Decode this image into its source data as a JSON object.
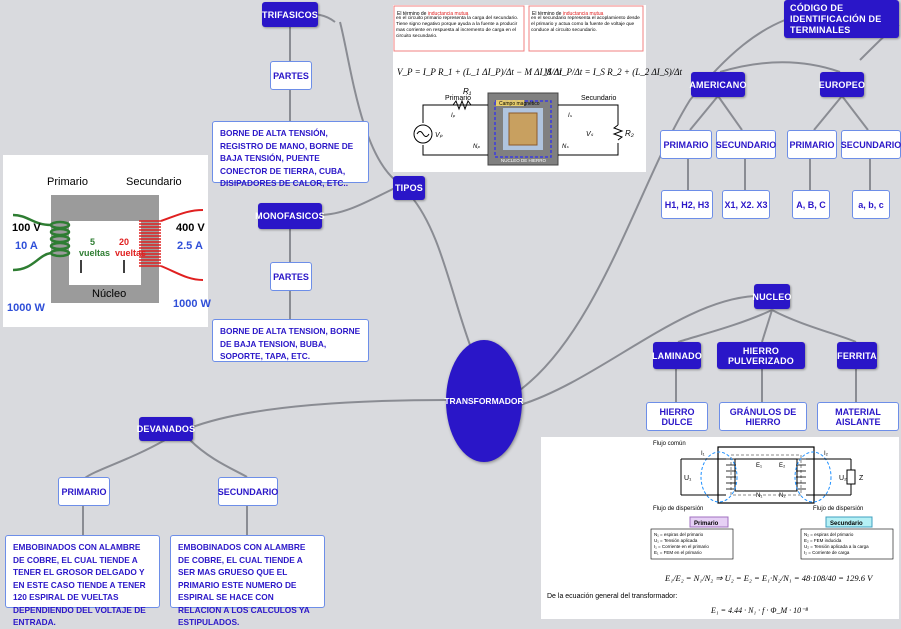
{
  "center": "TRANSFORMADOR",
  "nodes": {
    "tipos": "TIPOS",
    "trifasicos": "TRIFASICOS",
    "monofasicos": "MONOFASICOS",
    "partes1": "PARTES",
    "partes2": "PARTES",
    "devanados": "DEVANADOS",
    "primario": "PRIMARIO",
    "secundario": "SECUNDARIO",
    "codigo": "CÓDIGO DE IDENTIFICACIÓN DE TERMINALES",
    "americano": "AMERICANO",
    "europeo": "EUROPEO",
    "am_primario": "PRIMARIO",
    "am_secundario": "SECUNDARIO",
    "eu_primario": "PRIMARIO",
    "eu_secundario": "SECUNDARIO",
    "am_h": "H1, H2, H3",
    "am_x": "X1, X2. X3",
    "eu_abc": "A, B, C",
    "eu_abc_low": "a, b, c",
    "nucleo": "NUCLEO",
    "laminado": "LAMINADO",
    "pulverizado": "HIERRO PULVERIZADO",
    "ferrita": "FERRITA",
    "hierro_dulce": "HIERRO DULCE",
    "granulos": "GRÁNULOS DE HIERRO",
    "aislante": "MATERIAL AISLANTE"
  },
  "notes": {
    "trifasicos_partes": "BORNE DE ALTA TENSIÓN, REGISTRO DE MANO, BORNE DE BAJA TENSIÓN, PUENTE CONECTOR DE TIERRA, CUBA, DISIPADORES DE CALOR, ETC..",
    "monofasicos_partes": "BORNE DE ALTA TENSION, BORNE DE BAJA TENSION, BUBA, SOPORTE, TAPA, ETC.",
    "primario": "EMBOBINADOS CON ALAMBRE DE COBRE, EL CUAL TIENDE A TENER EL GROSOR DELGADO Y EN ESTE CASO TIENDE A TENER 120 ESPIRAL DE VUELTAS DEPENDIENDO DEL VOLTAJE DE ENTRADA.",
    "secundario": "EMBOBINADOS CON ALAMBRE DE COBRE, EL CUAL TIENDE A SER MAS GRUESO QUE EL PRIMARIO ESTE NUMERO DE ESPIRAL SE HACE CON RELACION A LOS CALCULOS YA ESTIPULADOS."
  },
  "img_left": {
    "primario": "Primario",
    "secundario": "Secundario",
    "v1": "100 V",
    "i1": "10 A",
    "v2": "400 V",
    "i2": "2.5 A",
    "n1": "5",
    "n1b": "vueltas",
    "n2": "20",
    "n2b": "vueltas",
    "nucleo": "Núcleo",
    "p1": "1000 W",
    "p2": "1000 W",
    "colors": {
      "primary": "#2e7d32",
      "secondary": "#e02020",
      "power": "#2f4fd8",
      "core": "#9b9b9b"
    }
  },
  "img_top": {
    "text1a": "El término de",
    "text1b": "inductancia mutua",
    "text1c": "en el circuito primario representa la carga del secundario. Tiene signo negativo porque ayuda a la fuente a producir mas corriente en respuesta al incremento de carga en el circuito secundario.",
    "text2a": "El término de",
    "text2b": "inductancia mutua",
    "text2c": "en el secundario representa el acoplamiento desde el primario y actua como la fuente de voltaje que conduce al circuito secundario.",
    "eq1": "V_P = I_P R_1 + (L_1 ΔI_P)/Δt − M ΔI_S/Δt",
    "eq2": "M ΔI_P/Δt = I_S R_2 + (L_2 ΔI_S)/Δt",
    "primario": "Primario",
    "secundario": "Secundario",
    "campo": "Campo magnético",
    "nucleo": "NUCLEO DE HIERRO",
    "r1": "R₁",
    "r2": "R₂",
    "vp": "Vₚ",
    "vs": "Vₛ",
    "ip": "Iₚ",
    "is": "Iₛ",
    "np": "Nₚ",
    "ns": "Nₛ"
  },
  "img_bottom": {
    "flujo_comun": "Flujo común",
    "flujo_disp": "Flujo de dispersión",
    "primario": "Primario",
    "secundario": "Secundario",
    "leg1": "N₁ = espiras del primario",
    "leg2": "U₁ = Tensión aplicada",
    "leg3": "I₁ = Corriente en el primario",
    "leg4": "E₁ = FEM en el primario",
    "leg5": "N₂ = espiras del primario",
    "leg6": "E₂ = FEM inducida",
    "leg7": "U₂ = Tensión aplicada a la carga",
    "leg8": "I₂ = Corriente de carga",
    "formula": "E₁/E₂ = N₁/N₂ ⇒ U₂ = E₂ = E₁·N₂/N₁ = 48·108/40 = 129.6 V",
    "general": "De la ecuación general del transformador:",
    "formula2": "E₁ = 4.44 · N₁ · f · Φ_M · 10⁻⁸",
    "u1": "U₁",
    "u2": "U₂",
    "e1": "E₁",
    "e2": "E₂",
    "n1": "N₁",
    "n2": "N₂",
    "i1": "I₁",
    "i2": "I₂",
    "z": "Z"
  }
}
